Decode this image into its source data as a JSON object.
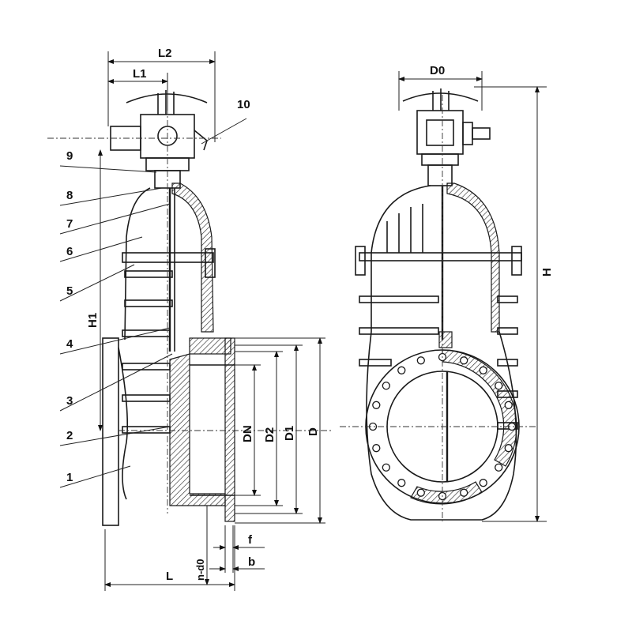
{
  "title": "Gate valve with electric actuator - dimension drawing",
  "dimensions": {
    "L2": "L2",
    "L1": "L1",
    "H1": "H1",
    "L": "L",
    "n_d0": "n-d0",
    "f": "f",
    "b": "b",
    "DN": "DN",
    "D2": "D2",
    "D1": "D1",
    "D": "D",
    "D0": "D0",
    "H": "H"
  },
  "parts": [
    "1",
    "2",
    "3",
    "4",
    "5",
    "6",
    "7",
    "8",
    "9",
    "10"
  ]
}
